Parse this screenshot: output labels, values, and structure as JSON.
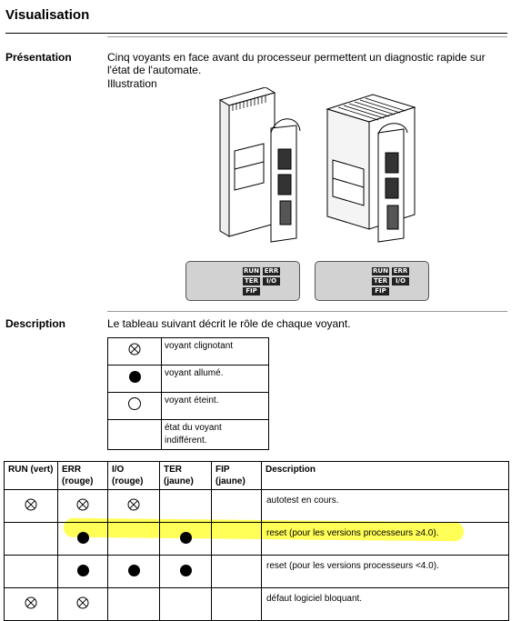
{
  "page": {
    "title": "Visualisation",
    "presentation_label": "Présentation",
    "presentation_text": "Cinq voyants en face avant du processeur permettent un diagnostic rapide sur l'état de l'automate.",
    "illustration_label": "Illustration",
    "description_label": "Description",
    "description_text": "Le tableau suivant décrit le rôle de chaque voyant."
  },
  "illustration": {
    "led_labels": [
      "RUN",
      "ERR",
      "TER",
      "I/O",
      "FIP"
    ]
  },
  "legend": [
    {
      "symbol": "blink-icon",
      "text": "voyant clignotant"
    },
    {
      "symbol": "on-icon",
      "text": "voyant allumé."
    },
    {
      "symbol": "off-icon",
      "text": "voyant éteint."
    },
    {
      "symbol": "none",
      "text": "état du voyant indifférent."
    }
  ],
  "table": {
    "headers": [
      "RUN (vert)",
      "ERR (rouge)",
      "I/O (rouge)",
      "TER (jaune)",
      "FIP (jaune)",
      "Description"
    ],
    "rows": [
      {
        "states": [
          "blink",
          "blink",
          "blink",
          "",
          ""
        ],
        "description": "autotest en cours."
      },
      {
        "states": [
          "",
          "on",
          "",
          "on",
          ""
        ],
        "description": "reset (pour les versions processeurs ≥4.0)."
      },
      {
        "states": [
          "",
          "on",
          "on",
          "on",
          ""
        ],
        "description": "reset (pour les versions processeurs <4.0)."
      },
      {
        "states": [
          "blink",
          "blink",
          "",
          "",
          ""
        ],
        "description": "défaut logiciel bloquant."
      }
    ]
  },
  "colors": {
    "highlight": "#ffff3a",
    "panel": "#d2d2d2"
  }
}
